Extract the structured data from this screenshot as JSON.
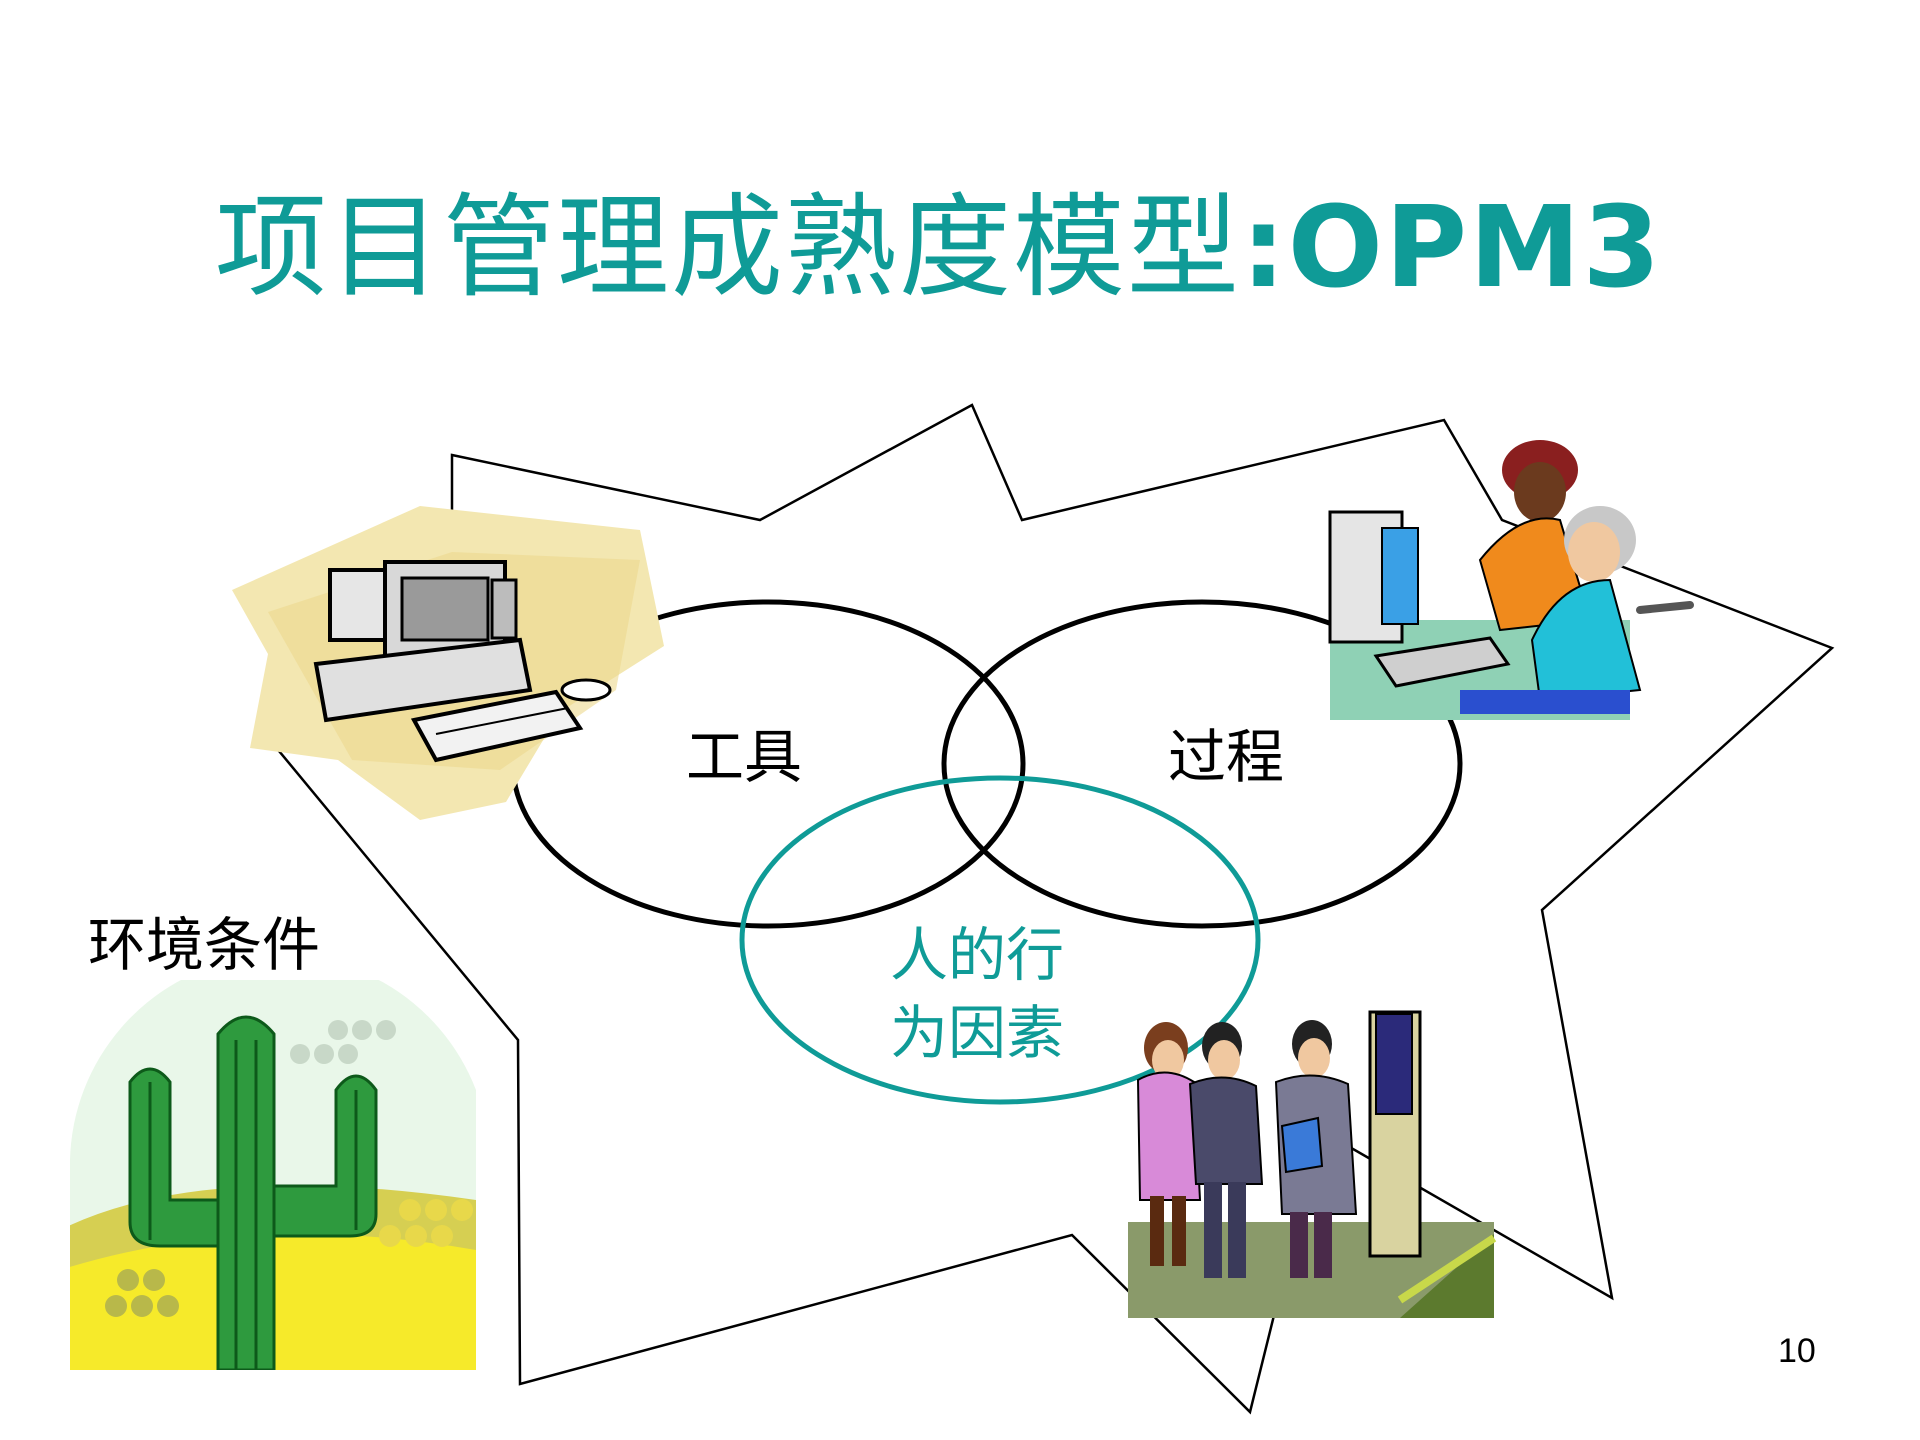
{
  "title": {
    "cn": "项目管理成熟度模型",
    "latin": ":OPM3"
  },
  "diagram": {
    "circle_tools": "工具",
    "circle_process": "过程",
    "circle_people_line1": "人的行",
    "circle_people_line2": "为因素",
    "environment_label": "环境条件"
  },
  "page_number": "10",
  "colors": {
    "accent": "#0f9b97",
    "ink": "#000000"
  },
  "icons": [
    "computer-clipart-icon",
    "office-workers-clipart-icon",
    "business-people-clipart-icon",
    "cactus-clipart-icon"
  ]
}
